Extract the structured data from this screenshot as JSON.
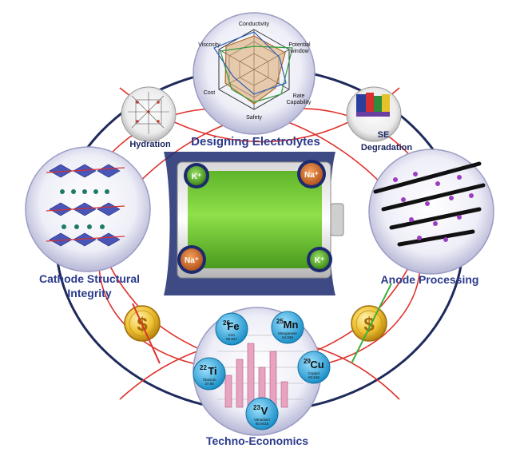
{
  "labels": {
    "designing_electrolytes": "Designing Electrolytes",
    "hydration": "Hydration",
    "se_degradation_1": "SE",
    "se_degradation_2": "Degradation",
    "cathode_1": "Cathode Structural",
    "cathode_2": "Integrity",
    "anode_processing": "Anode Processing",
    "techno_economics": "Techno-Economics"
  },
  "radar": {
    "axes": [
      "Conductivity",
      "Potential window",
      "Rate Capability",
      "Safety",
      "Cost",
      "Viscosity"
    ],
    "axis_lines": {
      "potential_1": "Potential",
      "potential_2": "window",
      "rate_1": "Rate",
      "rate_2": "Capability"
    }
  },
  "ions": {
    "top_left": "K⁺",
    "top_right": "Na⁺",
    "bottom_left": "Na⁺",
    "bottom_right": "K⁺"
  },
  "currency": {
    "left": "$",
    "right": "$"
  },
  "elements": [
    {
      "number": "26",
      "symbol": "Fe",
      "name": "Iron",
      "mass": "55.847"
    },
    {
      "number": "25",
      "symbol": "Mn",
      "name": "Manganese",
      "mass": "54.938"
    },
    {
      "number": "22",
      "symbol": "Ti",
      "name": "Titanium",
      "mass": "47.90"
    },
    {
      "number": "29",
      "symbol": "Cu",
      "name": "Copper",
      "mass": "63.546"
    },
    {
      "number": "23",
      "symbol": "V",
      "name": "Vanadium",
      "mass": "50.9415"
    }
  ],
  "colors": {
    "ring": "#1f2a5c",
    "figure8": "#e0302a",
    "battery_green": "#7cd13a",
    "label_blue": "#2b3a8c",
    "element_cyan": "#29b6e8",
    "coin_gold": "#e8b21a"
  }
}
